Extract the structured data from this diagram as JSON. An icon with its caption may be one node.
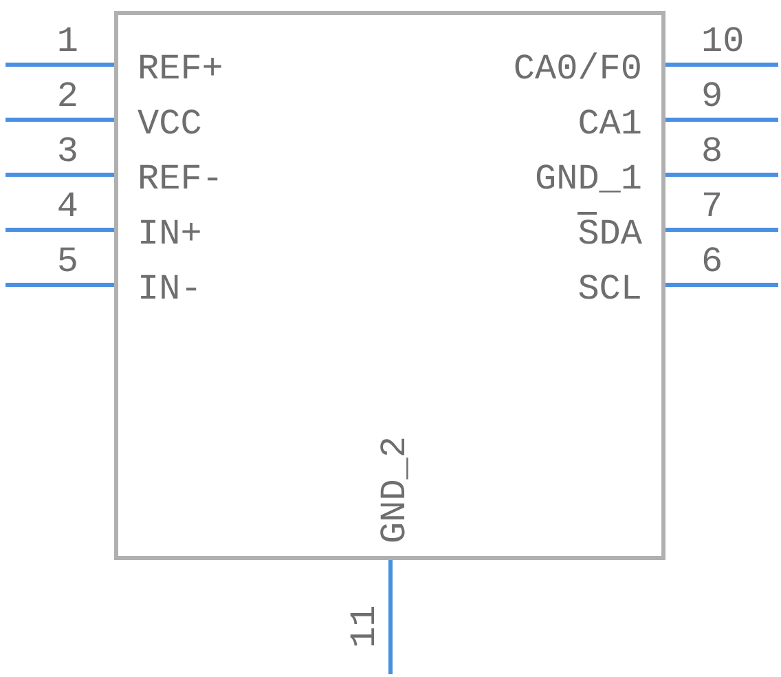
{
  "diagram": {
    "nodes": [
      {
        "text": [],
        "shape": "box"
      },
      {
        "text": [
          "REF+"
        ],
        "in": 0
      },
      {
        "text": [
          "CA0/F0"
        ],
        "in": 0
      },
      {
        "text": [
          "VCC"
        ],
        "in": 0
      },
      {
        "text": [
          "CA1"
        ],
        "in": 0
      },
      {
        "text": [
          "REF-"
        ],
        "in": 0
      },
      {
        "text": [
          "GND_1"
        ],
        "in": 0
      },
      {
        "text": [
          "IN+"
        ],
        "in": 0
      },
      {
        "text": [
          "SDA"
        ],
        "in": 0
      },
      {
        "text": [
          "IN-"
        ],
        "in": 0
      },
      {
        "text": [
          "SCL"
        ],
        "in": 0
      },
      {
        "text": [
          "GND_2"
        ],
        "in": 0
      }
    ],
    "labels": [
      "1",
      "10",
      "2",
      "9",
      "3",
      "8",
      "4",
      "7",
      "5",
      "6",
      "11"
    ]
  }
}
